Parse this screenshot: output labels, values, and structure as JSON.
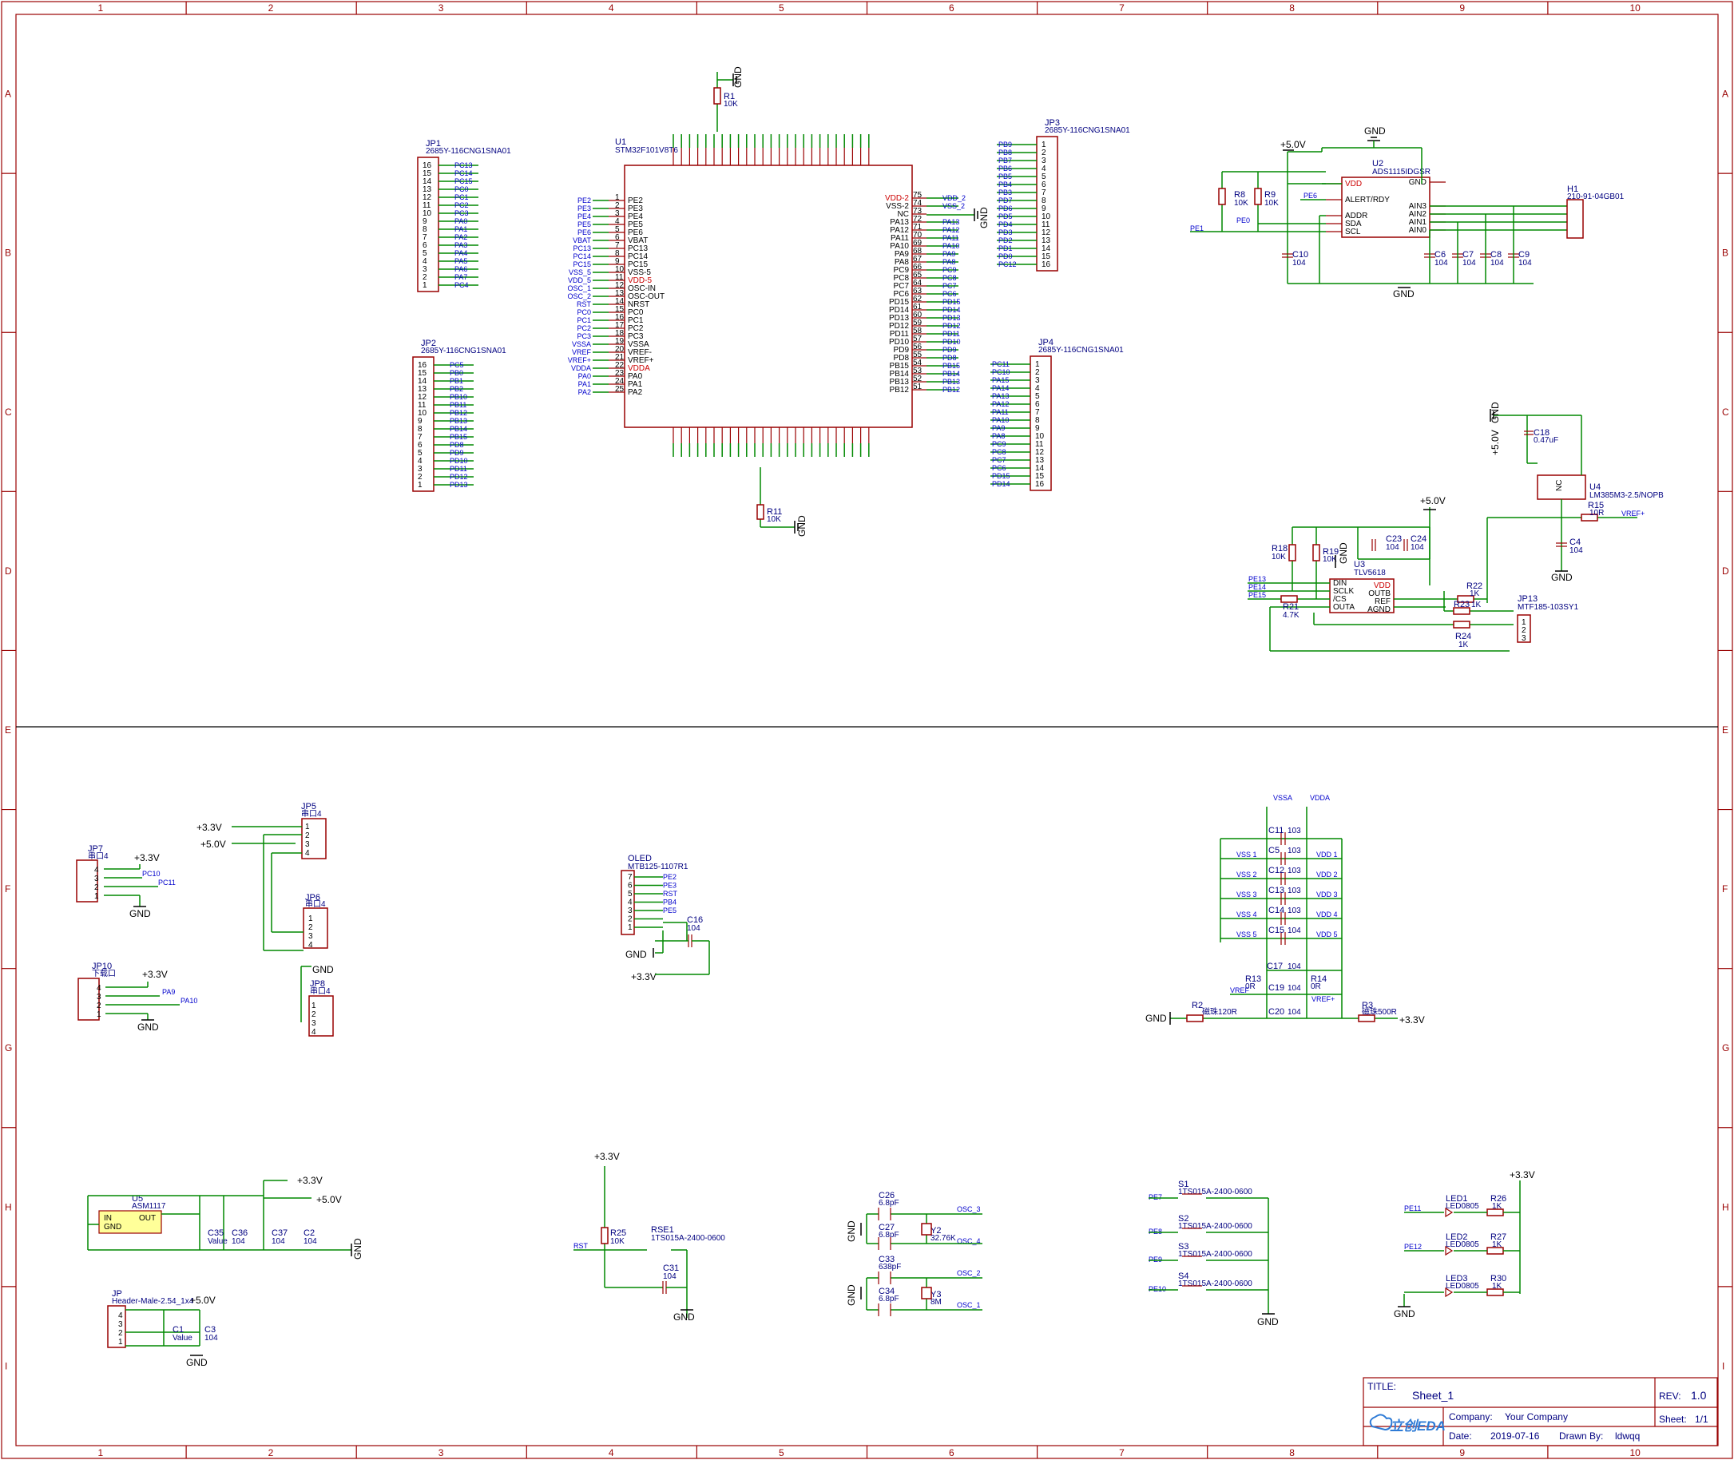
{
  "frame": {
    "cols": [
      "1",
      "2",
      "3",
      "4",
      "5",
      "6",
      "7",
      "8",
      "9",
      "10"
    ],
    "rows": [
      "A",
      "B",
      "C",
      "D",
      "E",
      "F",
      "G",
      "H",
      "I"
    ]
  },
  "mcu": {
    "ref": "U1",
    "part": "STM32F101V8T6",
    "left_pins": [
      "PE2",
      "PE3",
      "PE4",
      "PE5",
      "PE6",
      "VBAT",
      "PC13",
      "PC14",
      "PC15",
      "VSS-5",
      "VDD-5",
      "OSC-IN",
      "OSC-OUT",
      "NRST",
      "PC0",
      "PC1",
      "PC2",
      "PC3",
      "VSSA",
      "VREF-",
      "VREF+",
      "VDDA",
      "PA0",
      "PA1",
      "PA2"
    ],
    "right_pins": [
      "VDD-2",
      "VSS-2",
      "NC",
      "PA13",
      "PA12",
      "PA11",
      "PA10",
      "PA9",
      "PA8",
      "PC9",
      "PC8",
      "PC7",
      "PC6",
      "PD15",
      "PD14",
      "PD13",
      "PD12",
      "PD11",
      "PD10",
      "PD9",
      "PD8",
      "PB15",
      "PB14",
      "PB13",
      "PB12"
    ],
    "left_nets": [
      "PE2",
      "PE3",
      "PE4",
      "PE5",
      "PE6",
      "VBAT",
      "PC13",
      "PC14",
      "PC15",
      "VSS_5",
      "VDD_5",
      "OSC_1",
      "OSC_2",
      "RST",
      "PC0",
      "PC1",
      "PC2",
      "PC3",
      "VSSA",
      "VREF",
      "VREF+",
      "VDDA",
      "PA0",
      "PA1",
      "PA2"
    ],
    "right_nets": [
      "VDD_2",
      "VSS_2",
      "",
      "PA13",
      "PA12",
      "PA11",
      "PA10",
      "PA9",
      "PA8",
      "PC9",
      "PC8",
      "PC7",
      "PC6",
      "PD15",
      "PD14",
      "PD13",
      "PD12",
      "PD11",
      "PD10",
      "PD9",
      "PD8",
      "PB15",
      "PB14",
      "PB13",
      "PB12"
    ]
  },
  "jp1": {
    "ref": "JP1",
    "part": "2685Y-116CNG1SNA01",
    "nets": [
      "PC13",
      "PC14",
      "PC15",
      "PC0",
      "PC1",
      "PC2",
      "PC3",
      "PA0",
      "PA1",
      "PA2",
      "PA3",
      "PA4",
      "PA5",
      "PA6",
      "PA7",
      "PC4"
    ]
  },
  "jp2": {
    "ref": "JP2",
    "part": "2685Y-116CNG1SNA01",
    "nets": [
      "PC5",
      "PB0",
      "PB1",
      "PB2",
      "PB10",
      "PB11",
      "PB12",
      "PB13",
      "PB14",
      "PB15",
      "PD8",
      "PD9",
      "PD10",
      "PD11",
      "PD12",
      "PD13"
    ]
  },
  "jp3": {
    "ref": "JP3",
    "part": "2685Y-116CNG1SNA01",
    "nets": [
      "PB9",
      "PB8",
      "PB7",
      "PB6",
      "PB5",
      "PB4",
      "PB3",
      "PD7",
      "PD6",
      "PD5",
      "PD4",
      "PD3",
      "PD2",
      "PD1",
      "PD0",
      "PC12"
    ]
  },
  "jp4": {
    "ref": "JP4",
    "part": "2685Y-116CNG1SNA01",
    "nets": [
      "PC11",
      "PC10",
      "PA15",
      "PA14",
      "PA13",
      "PA12",
      "PA11",
      "PA10",
      "PA9",
      "PA8",
      "PC9",
      "PC8",
      "PC7",
      "PC6",
      "PD15",
      "PD14"
    ]
  },
  "u2": {
    "ref": "U2",
    "part": "ADS1115IDGSR",
    "pins_l": [
      "VDD",
      "ALERT/RDY",
      "ADDR",
      "SDA",
      "SCL"
    ],
    "pins_r": [
      "GND",
      "AIN3",
      "AIN2",
      "AIN1",
      "AIN0"
    ]
  },
  "h1": {
    "ref": "H1",
    "part": "210-91-04GB01"
  },
  "u4": {
    "ref": "U4",
    "part": "LM385M3-2.5/NOPB"
  },
  "u3": {
    "ref": "U3",
    "part": "TLV5618",
    "pins_l": [
      "DIN",
      "SCLK",
      "/CS",
      "OUTA"
    ],
    "pins_r": [
      "VDD",
      "OUTB",
      "REF",
      "AGND"
    ]
  },
  "jp13": {
    "ref": "JP13",
    "part": "MTF185-103SY1"
  },
  "oled": {
    "ref": "OLED",
    "part": "MTB125-1107R1",
    "nets": [
      "PE2",
      "PE3",
      "RST",
      "PB4",
      "PE5"
    ]
  },
  "u5": {
    "ref": "U5",
    "part": "ASM1117"
  },
  "power": {
    "v33": "+3.3V",
    "v50": "+5.0V",
    "gnd": "GND"
  },
  "title_block": {
    "title_label": "TITLE:",
    "title": "Sheet_1",
    "rev_label": "REV:",
    "rev": "1.0",
    "company_label": "Company:",
    "company": "Your Company",
    "sheet_label": "Sheet:",
    "sheet": "1/1",
    "logo": "立创EDA",
    "date_label": "Date:",
    "date": "2019-07-16",
    "drawn_label": "Drawn By:",
    "drawn": "ldwqq"
  }
}
